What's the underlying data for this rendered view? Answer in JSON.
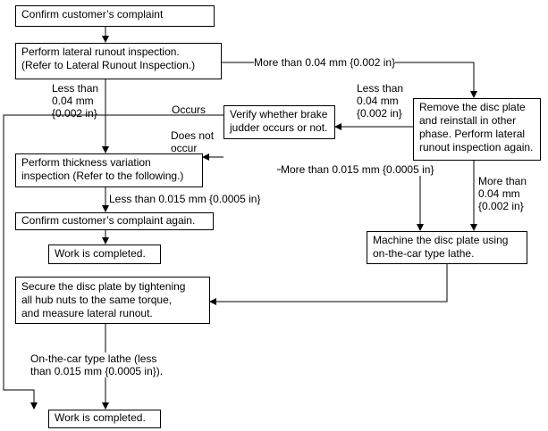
{
  "boxes": {
    "confirm_complaint": "Confirm customer’s complaint",
    "lateral_runout": "Perform lateral runout inspection.\n(Refer to Lateral Runout Inspection.)",
    "remove_reinstall": "Remove the disc plate\nand reinstall in other\nphase. Perform lateral\nrunout inspection again.",
    "verify_judder": "Verify whether brake\njudder occurs or not.",
    "thickness_variation": "Perform thickness variation\ninspection (Refer to the following.)",
    "confirm_again": "Confirm customer’s complaint again.",
    "work_completed_1": "Work is completed.",
    "machine_disc": "Machine the disc plate using\non-the-car type lathe.",
    "secure_disc": "Secure the disc plate by tightening\nall hub nuts to the same torque,\nand measure lateral runout.",
    "work_completed_2": "Work is completed."
  },
  "labels": {
    "more_than_004_a": "More than 0.04 mm {0.002 in}",
    "less_than_004_a": "Less than\n0.04 mm\n{0.002 in}",
    "less_than_004_b": "Less than\n0.04 mm\n{0.002 in}",
    "occurs": "Occurs",
    "does_not_occur": "Does not\noccur",
    "more_than_0015": "More than 0.015 mm {0.0005 in}",
    "more_than_004_b": "More than\n0.04 mm\n{0.002 in}",
    "less_than_0015": "Less than 0.015 mm {0.0005 in}",
    "lathe_less_than": "On-the-car type lathe (less\nthan 0.015 mm {0.0005 in})."
  }
}
